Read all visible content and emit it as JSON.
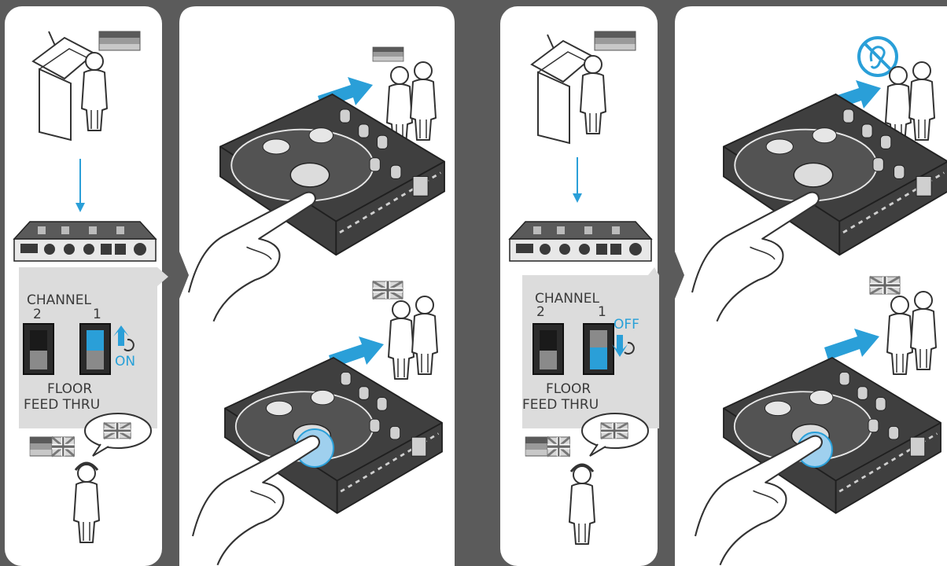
{
  "colors": {
    "frame": "#5b5b5b",
    "panel": "#ffffff",
    "accent": "#2a9fd8",
    "device": "#3c3c3c",
    "switch_box": "#dcdcdc"
  },
  "scenes": [
    {
      "switch": {
        "label_channel": "CHANNEL",
        "label_ch2": "2",
        "label_ch1": "1",
        "state_label": "ON",
        "label_floor": "FLOOR",
        "label_feedthru": "FEED THRU"
      },
      "icons": [
        "speaker-at-podium-icon",
        "flag-german-icon",
        "flag-uk-icon",
        "interpreter-icon",
        "listener-group-icon",
        "arrow-up-icon",
        "hand-pressing-icon"
      ]
    },
    {
      "switch": {
        "label_channel": "CHANNEL",
        "label_ch2": "2",
        "label_ch1": "1",
        "state_label": "OFF",
        "label_floor": "FLOOR",
        "label_feedthru": "FEED THRU"
      },
      "icons": [
        "speaker-at-podium-icon",
        "flag-german-icon",
        "flag-uk-icon",
        "interpreter-icon",
        "listener-group-icon",
        "arrow-down-icon",
        "no-hearing-icon"
      ]
    }
  ]
}
